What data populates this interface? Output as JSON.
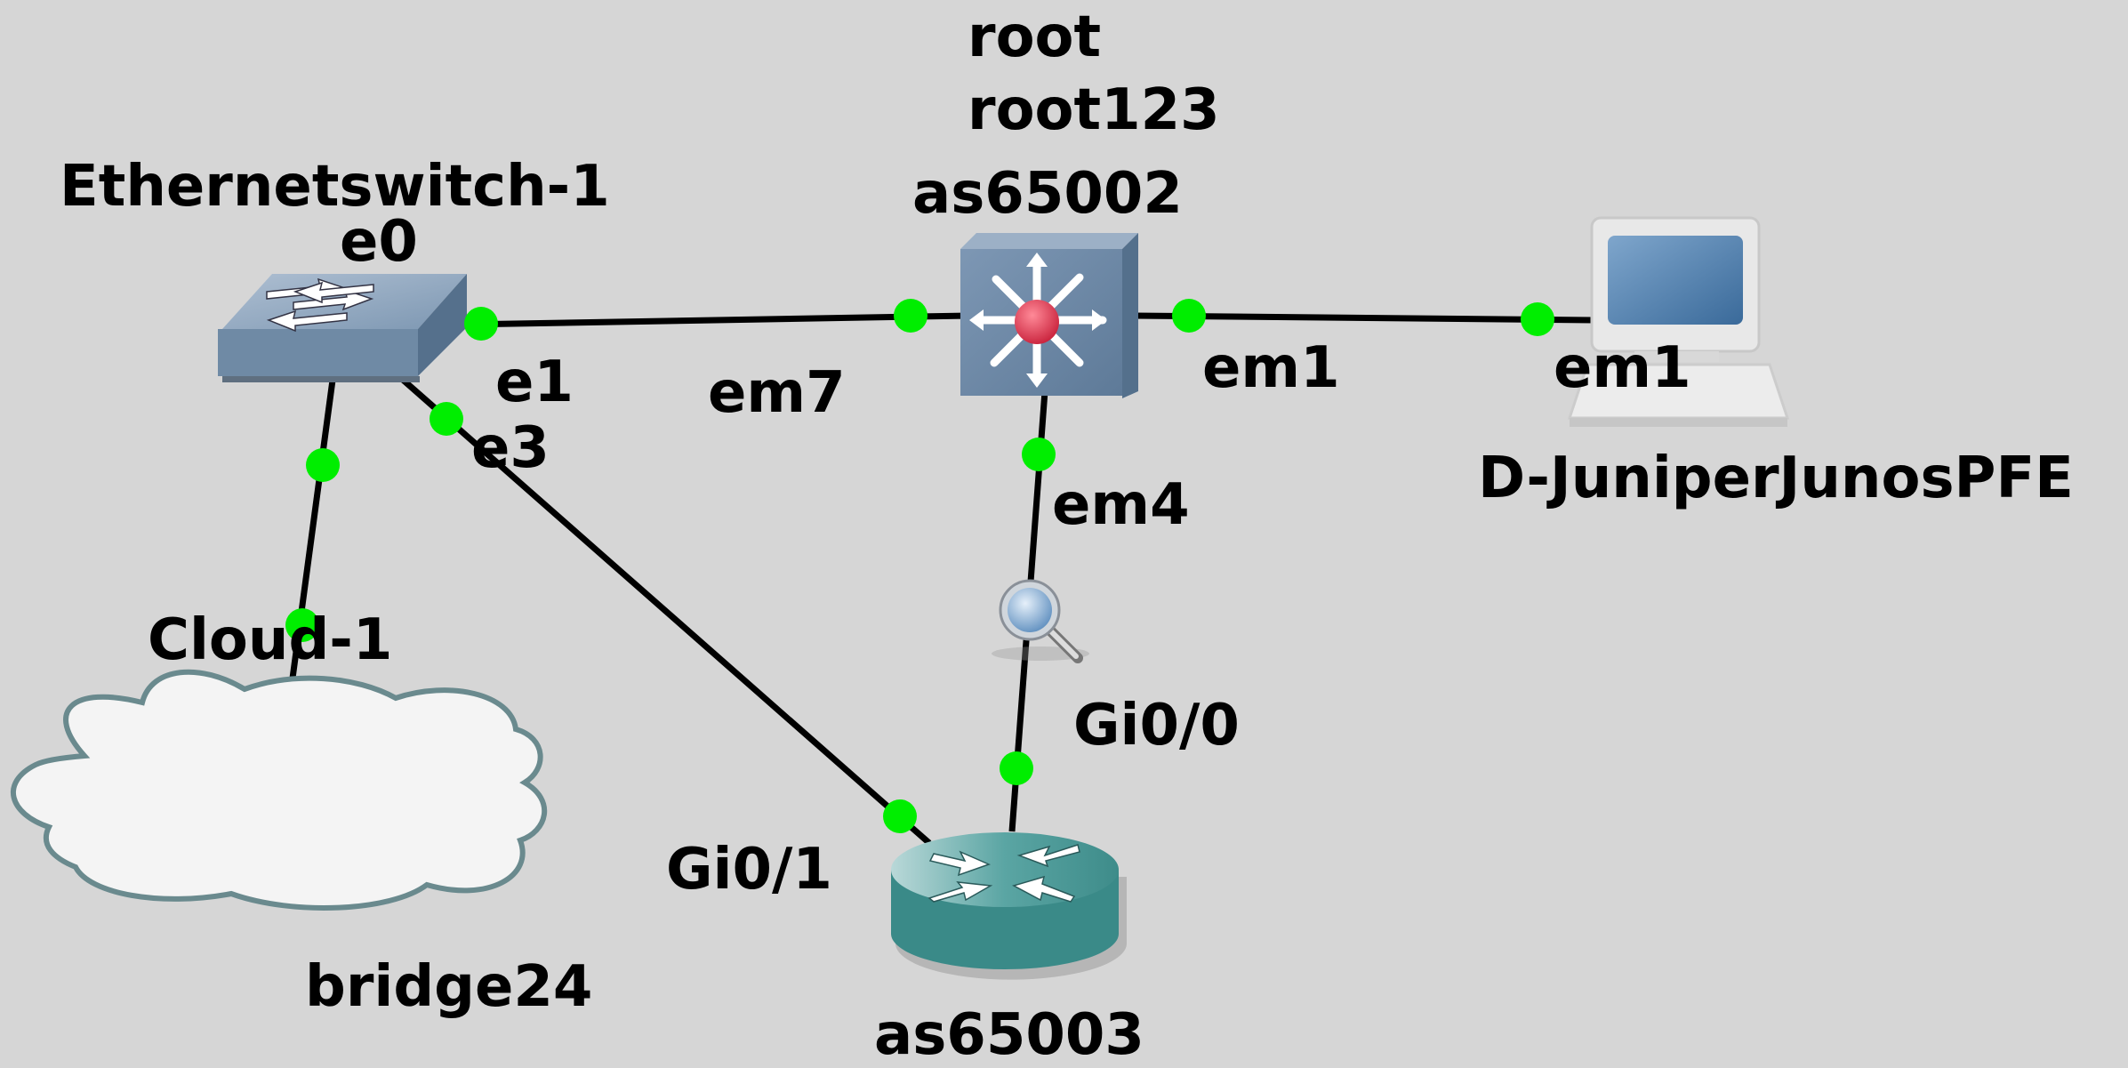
{
  "nodes": {
    "switch": {
      "name": "Ethernetswitch-1",
      "icon": "ethernet-switch-icon"
    },
    "cloud": {
      "name": "Cloud-1",
      "icon": "cloud-icon",
      "note": "bridge24"
    },
    "juniper": {
      "name": "as65002",
      "icon": "multilayer-switch-icon",
      "note_line1": "root",
      "note_line2": "root123"
    },
    "router": {
      "name": "as65003",
      "icon": "router-icon"
    },
    "pc": {
      "name": "D-JuniperJunosPFE",
      "icon": "computer-icon"
    }
  },
  "ports": {
    "sw_e0": "e0",
    "sw_e1": "e1",
    "sw_e3": "e3",
    "j_em7": "em7",
    "j_em1": "em1",
    "j_em4": "em4",
    "pc_em1": "em1",
    "r_gi00": "Gi0/0",
    "r_gi01": "Gi0/1"
  },
  "capture_icon": "magnifier-capture-icon",
  "colors": {
    "background": "#d6d6d6",
    "link": "#000000",
    "port_up": "#00ee00",
    "switch_body": "#6f8aa5",
    "router_body": "#3a8a88",
    "cloud_fill": "#f4f4f4",
    "cloud_stroke": "#6a8a8e",
    "juniper_center": "#d8304a"
  }
}
